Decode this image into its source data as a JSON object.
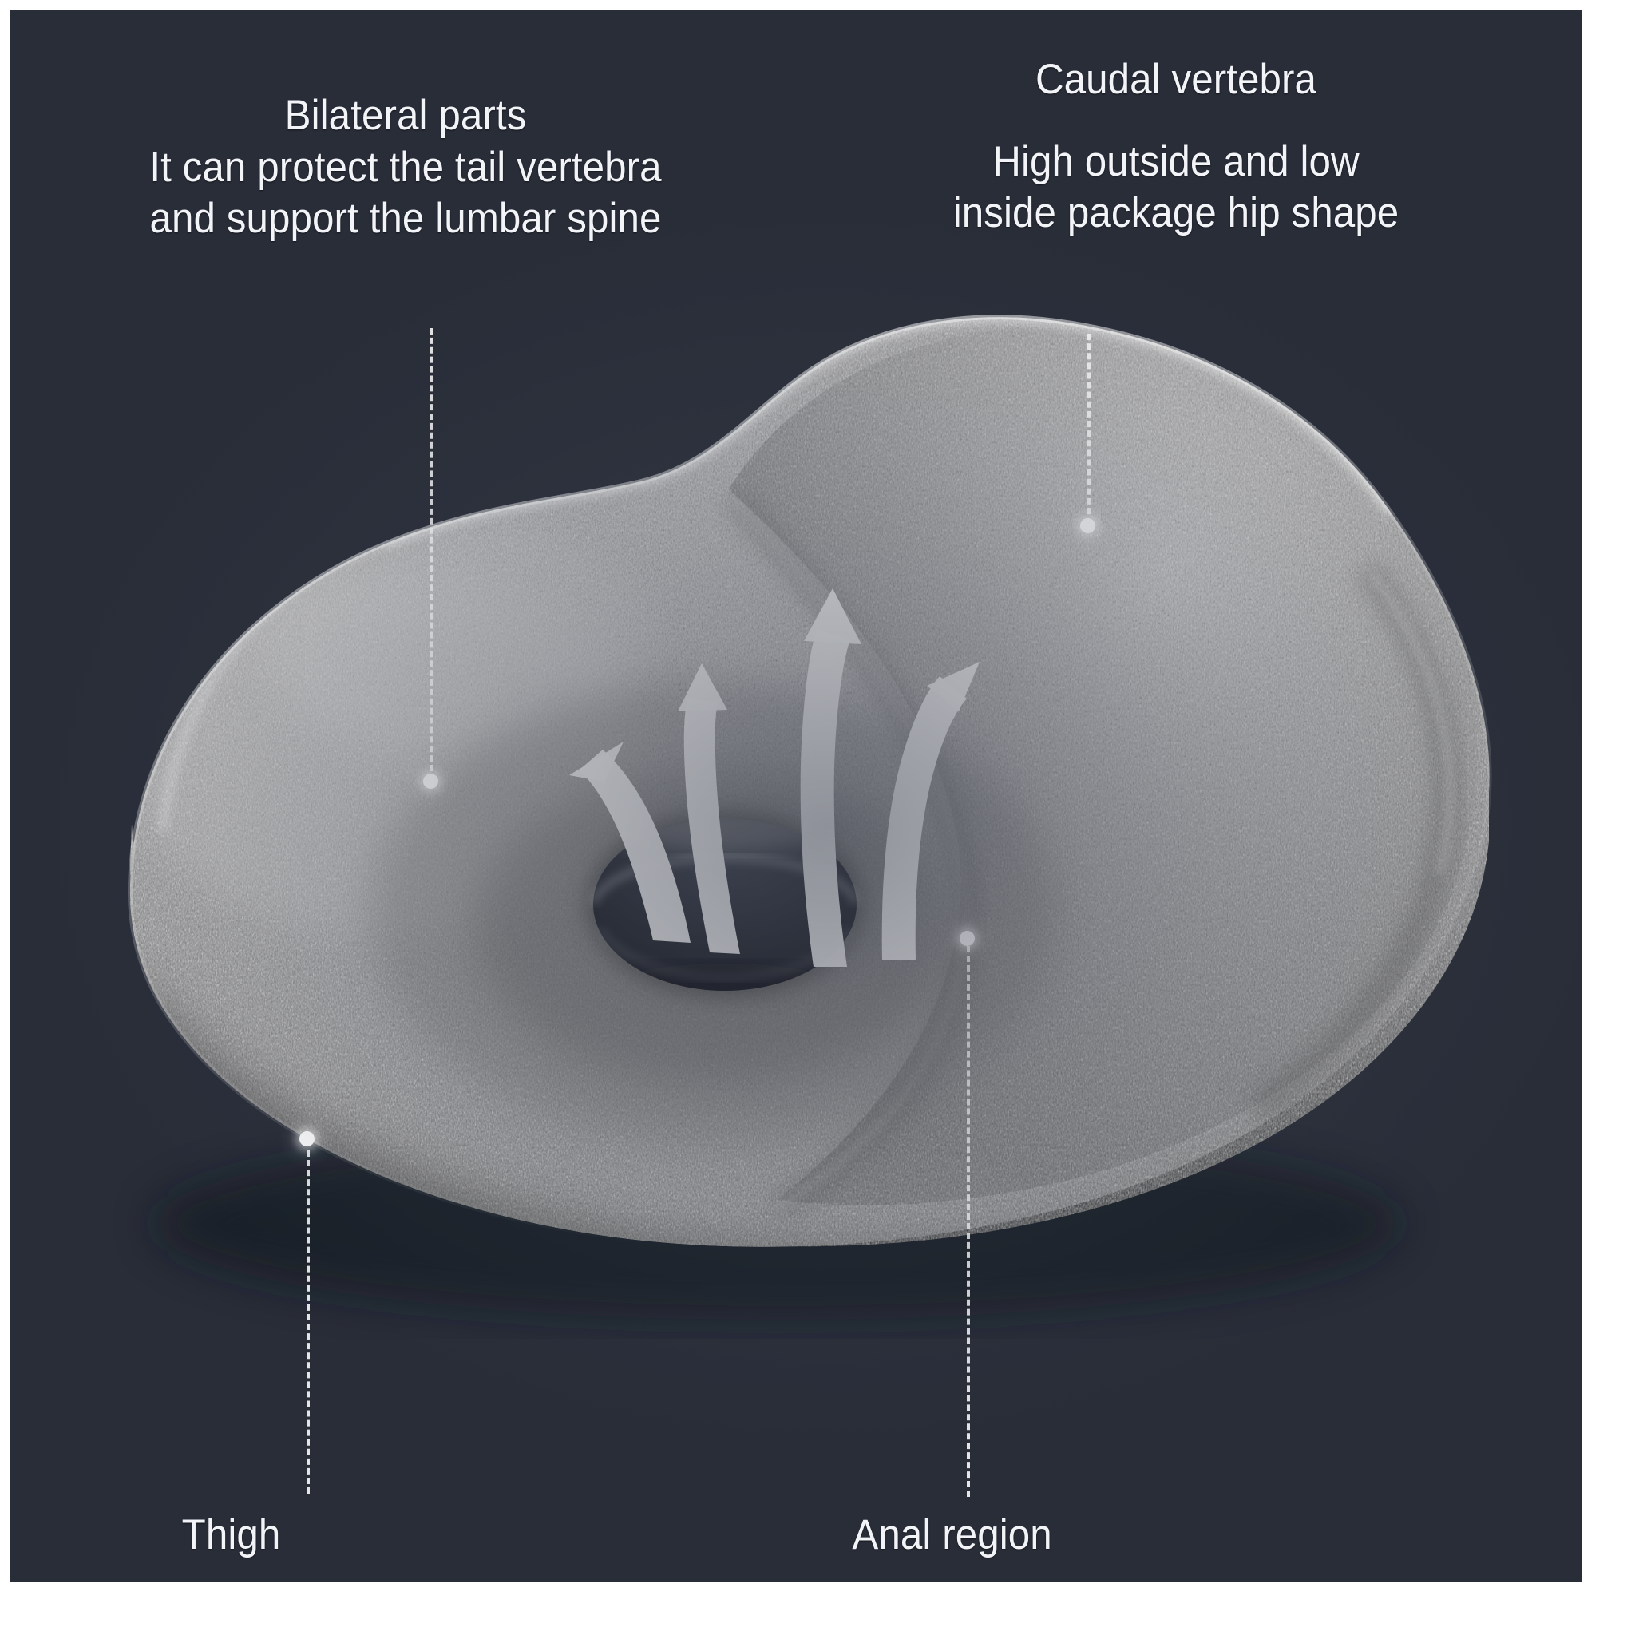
{
  "poster": {
    "background_color": "#292d38",
    "frame_color": "#ffffff",
    "text_color": "#f2f4f8",
    "product": "memory foam donut seat cushion"
  },
  "annotations": [
    {
      "id": "bilateral-parts",
      "heading": "Bilateral parts",
      "lines": [
        "It can protect the tail vertebra",
        "and support the lumbar spine"
      ],
      "marker_label": "bilateral-parts-marker"
    },
    {
      "id": "caudal-vertebra",
      "heading": "Caudal vertebra",
      "lines": [
        "High outside and low",
        "inside package hip shape"
      ],
      "marker_label": "caudal-vertebra-marker"
    },
    {
      "id": "thigh",
      "heading": "Thigh",
      "lines": [],
      "marker_label": "thigh-marker"
    },
    {
      "id": "anal-region",
      "heading": "Anal region",
      "lines": [],
      "marker_label": "anal-region-marker"
    }
  ],
  "labels": {
    "bilateral_heading": "Bilateral parts",
    "bilateral_line1": "It can protect the tail vertebra",
    "bilateral_line2": "and support the lumbar spine",
    "caudal_heading": "Caudal vertebra",
    "caudal_line1": "High outside and low",
    "caudal_line2": "inside package hip shape",
    "thigh": "Thigh",
    "anal_region": "Anal region"
  },
  "airflow": {
    "arrow_count": 4,
    "direction": "upward",
    "meaning": "breathable airflow through center hole",
    "color": "#ffffff"
  },
  "cushion": {
    "shape": "kidney / bean with central donut hole",
    "fabric_color_light": "#d9d9d9",
    "fabric_color_mid": "#8e8e8e",
    "fabric_color_dark": "#3b3b3b",
    "hole_color": "#23262f"
  }
}
